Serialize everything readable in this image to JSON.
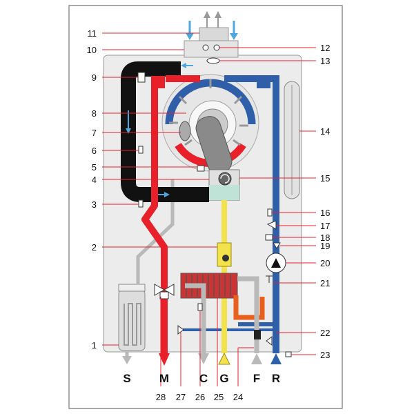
{
  "labels_left": [
    "11",
    "10",
    "9",
    "8",
    "7",
    "6",
    "5",
    "4",
    "3",
    "2",
    "1"
  ],
  "labels_right": [
    "12",
    "13",
    "14",
    "15",
    "16",
    "17",
    "18",
    "19",
    "20",
    "21",
    "22",
    "23"
  ],
  "labels_bottom": [
    "28",
    "27",
    "26",
    "25",
    "24"
  ],
  "connections": [
    "S",
    "M",
    "C",
    "G",
    "F",
    "R"
  ],
  "colors": {
    "flow_red": "#e8202a",
    "return_blue": "#2f5fa8",
    "flue_black": "#111111",
    "air_blue": "#4aa8df",
    "gas_yellow": "#f2e24c",
    "dhw_orange": "#e8601c",
    "casing_grey": "#ebebeb",
    "pipe_grey": "#b9b9b9"
  }
}
